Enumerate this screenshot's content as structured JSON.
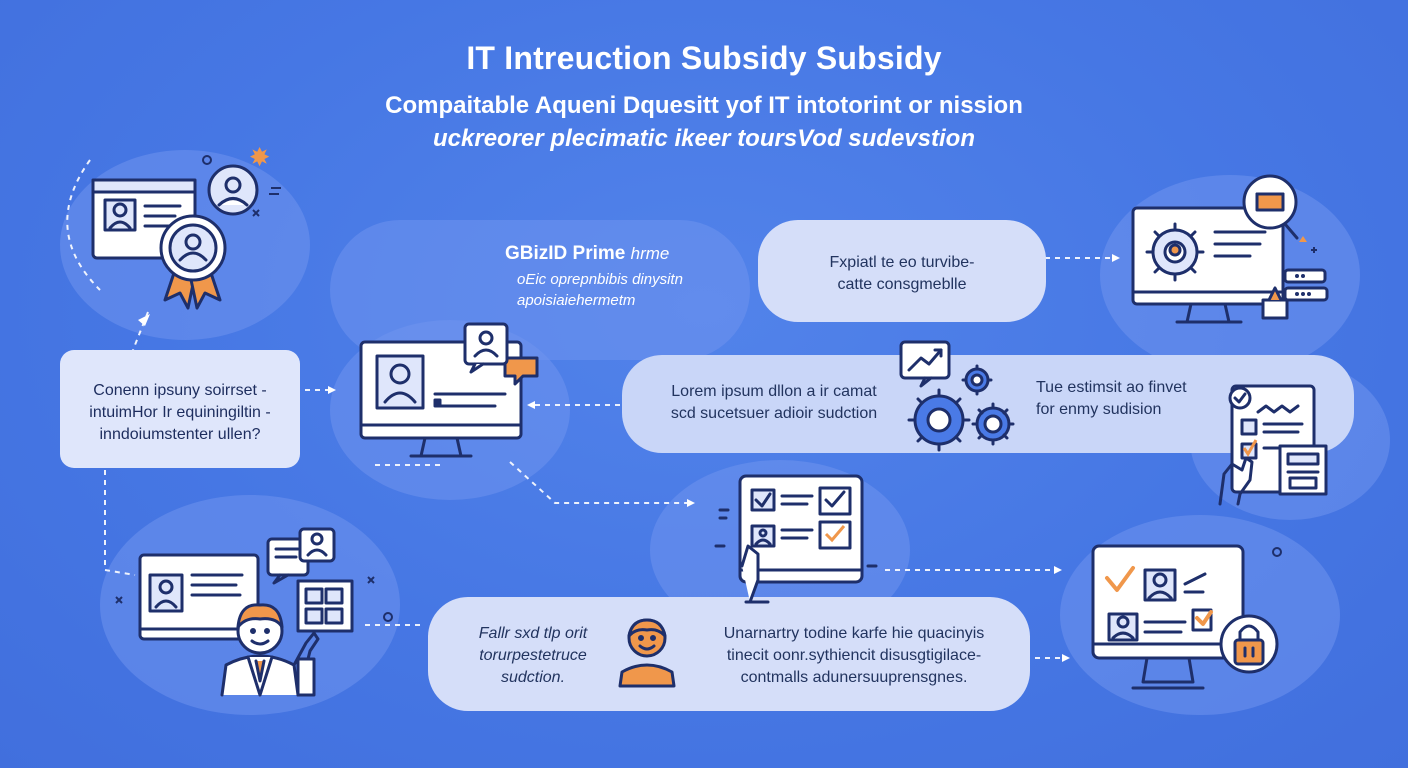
{
  "header": {
    "title": "IT Intreuction Subsidy Subsidy",
    "subtitle_line1": "Compaitable Aqueni Dquesitt yof IT intotorint or nission",
    "subtitle_line2": "uckreorer plecimatic ikeer toursVod sudevstion"
  },
  "cards": {
    "left": {
      "lines": [
        "Conenn ipsuny soirrset -",
        "intuimHor Ir equiningiltin -",
        "inndoiumstenter ullen?"
      ]
    },
    "gbiz": {
      "title": "GBizID Prime",
      "title_suffix": "hrme",
      "lines": [
        "oEic oprepnbibis dinysitn",
        "apoisiaiehermetm"
      ]
    },
    "top_right": {
      "lines": [
        "Fxpiatl te eo turvibe-",
        "catte consgmeblle"
      ]
    },
    "middle": {
      "left_lines": [
        "Lorem ipsum dllon a ir camat",
        "scd sucetsuer adioir sudction"
      ],
      "right_lines": [
        "Tue estimsit ao finvet",
        "for enmy sudision"
      ]
    },
    "bottom": {
      "left_lines": [
        "Fallr sxd tlp orit",
        "torurpestetruce",
        "sudction."
      ],
      "right_lines": [
        "Unarnartry todine karfe hie quacinyis",
        "tinecit oonr.sythiencit disusgtigilace-",
        "contmalls adunersuuprensgnes."
      ]
    }
  },
  "colors": {
    "background": "#4a7ae6",
    "card": "#dfe6fb",
    "pill": "#c9d6f8",
    "outline": "#1e2f6b",
    "accent": "#f0974b",
    "screen": "#ffffff"
  },
  "icons": [
    "certificate-id-card-icon",
    "user-avatar-icon",
    "monitor-profile-icon",
    "chat-user-icon",
    "monitor-settings-icon",
    "gears-analytics-icon",
    "document-checklist-icon",
    "monitor-checklist-icon",
    "person-monitor-icon",
    "user-circle-icon",
    "monitor-lock-icon"
  ]
}
